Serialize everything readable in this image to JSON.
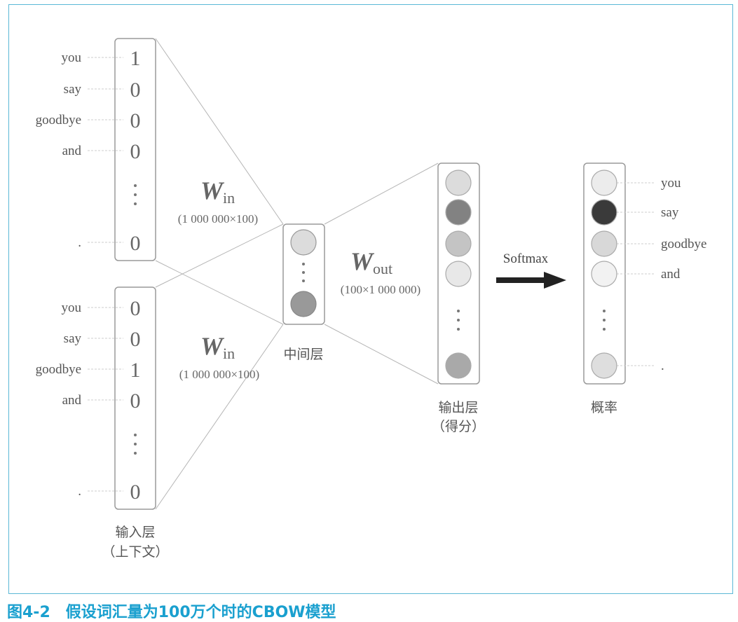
{
  "input_top": {
    "words": [
      "you",
      "say",
      "goodbye",
      "and",
      "."
    ],
    "values": [
      "1",
      "0",
      "0",
      "0",
      "0"
    ]
  },
  "input_bottom": {
    "words": [
      "you",
      "say",
      "goodbye",
      "and",
      "."
    ],
    "values": [
      "0",
      "0",
      "1",
      "0",
      "0"
    ]
  },
  "w_in": {
    "symbol": "W",
    "subscript": "in",
    "dims": "(1 000 000×100)"
  },
  "w_out": {
    "symbol": "W",
    "subscript": "out",
    "dims": "(100×1 000 000)"
  },
  "hidden": {
    "label": "中间层"
  },
  "input_label": {
    "line1": "输入层",
    "line2": "（上下文）"
  },
  "output_label": {
    "line1": "输出层",
    "line2": "（得分）"
  },
  "prob_label": "概率",
  "softmax_label": "Softmax",
  "output_words": [
    "you",
    "say",
    "goodbye",
    "and",
    "."
  ],
  "colors": {
    "hidden": [
      "#dcdcdc",
      "#999999"
    ],
    "scores": [
      "#dcdcdc",
      "#828282",
      "#c4c4c4",
      "#e8e8e8",
      "#a9a9a9"
    ],
    "probs": [
      "#ececec",
      "#3a3a3a",
      "#d8d8d8",
      "#f2f2f2",
      "#dedede"
    ]
  },
  "caption": {
    "number": "图4-2",
    "title": "假设词汇量为100万个时的CBOW模型"
  }
}
